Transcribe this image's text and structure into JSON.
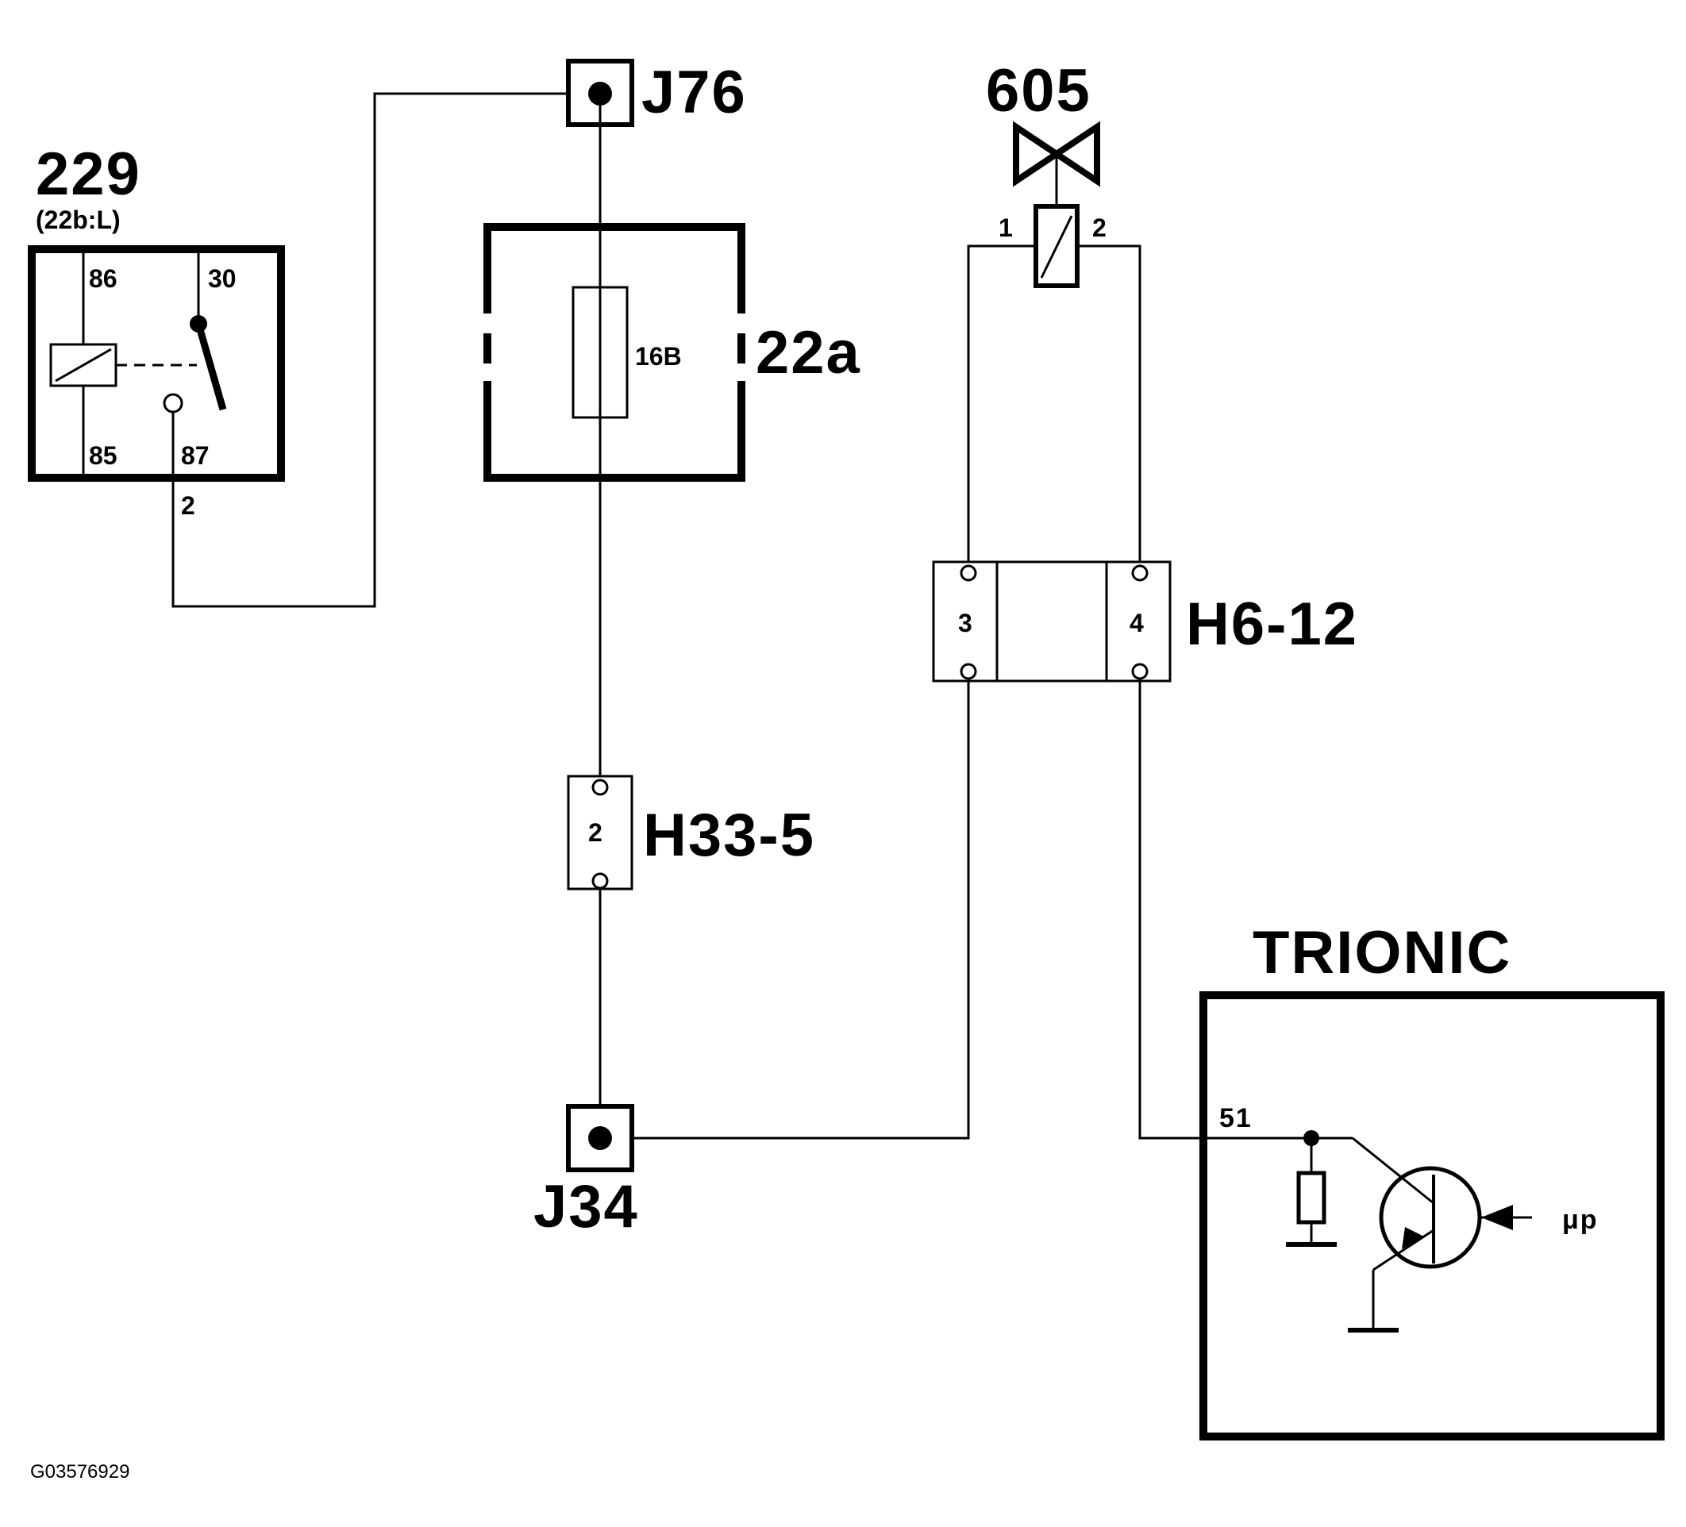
{
  "relay": {
    "id": "229",
    "ref": "(22b:L)",
    "pin86": "86",
    "pin30": "30",
    "pin85": "85",
    "pin87": "87",
    "out_pin": "2"
  },
  "junction_top": {
    "id": "J76"
  },
  "junction_bottom": {
    "id": "J34"
  },
  "fusebox": {
    "id": "22a",
    "fuse": "16B"
  },
  "valve": {
    "id": "605",
    "pin1": "1",
    "pin2": "2"
  },
  "connector_h6": {
    "id": "H6-12",
    "pin_left": "3",
    "pin_right": "4"
  },
  "connector_h33": {
    "id": "H33-5",
    "pin": "2"
  },
  "ecu": {
    "name": "TRIONIC",
    "pin": "51",
    "input": "μp"
  },
  "figure_code": "G03576929"
}
